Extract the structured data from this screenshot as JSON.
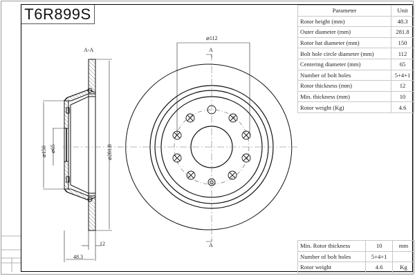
{
  "title": "T6R899S",
  "section_label": "A-A",
  "section_marker": "A",
  "parameters_table": {
    "headers": [
      "Parameter",
      "Unit"
    ],
    "rows": [
      [
        "Rotor height (mm)",
        "48.3"
      ],
      [
        "Outer diameter (mm)",
        "281.8"
      ],
      [
        "Rotor hat diameter (mm)",
        "150"
      ],
      [
        "Bolt hole circle diameter (mm)",
        "112"
      ],
      [
        "Centering diameter (mm)",
        "65"
      ],
      [
        "Number of bolt holes",
        "5+4+1"
      ],
      [
        "Rotor thickness (mm)",
        "12"
      ],
      [
        "Min. thickness (mm)",
        "10"
      ],
      [
        "Rotor weight (Kg)",
        "4.6"
      ]
    ]
  },
  "summary_table": {
    "rows": [
      [
        "Min. Rotor thickness",
        "10",
        "mm"
      ],
      [
        "Number of bolt holes",
        "5+4+1",
        ""
      ],
      [
        "Rotor weight",
        "4.6",
        "Kg"
      ]
    ]
  },
  "dimensions": {
    "bolt_circle": "⌀112",
    "outer_diameter": "⌀281.8",
    "hat_diameter": "⌀150",
    "centering_diameter": "⌀65",
    "thickness": "12",
    "height": "48.3"
  },
  "colors": {
    "line": "#111111",
    "table_border": "#c8c8c8",
    "frame_gray": "#9a9a9a"
  }
}
